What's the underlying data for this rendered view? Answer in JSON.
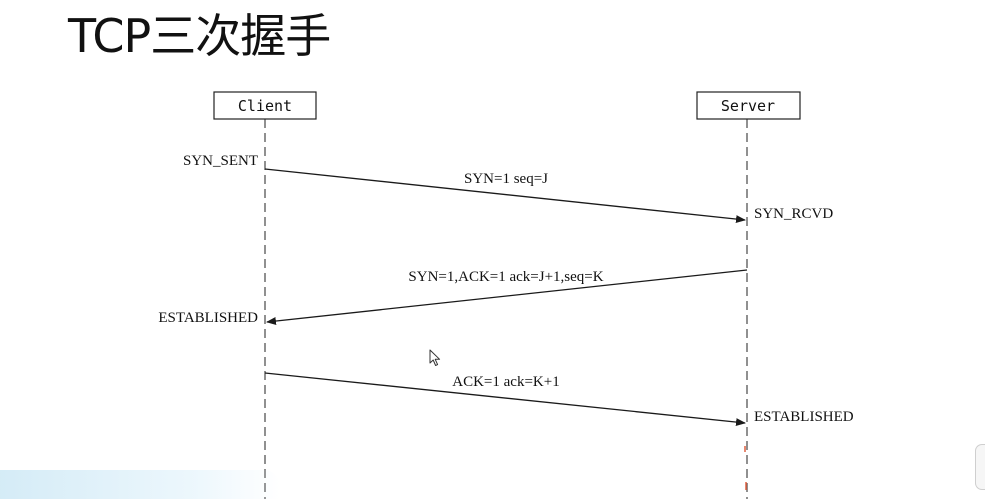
{
  "title": "TCP三次握手",
  "participants": {
    "client": "Client",
    "server": "Server"
  },
  "states": {
    "client_syn_sent": "SYN_SENT",
    "server_syn_rcvd": "SYN_RCVD",
    "client_established": "ESTABLISHED",
    "server_established": "ESTABLISHED"
  },
  "messages": [
    {
      "direction": "client-to-server",
      "label": "SYN=1 seq=J"
    },
    {
      "direction": "server-to-client",
      "label": "SYN=1,ACK=1 ack=J+1,seq=K"
    },
    {
      "direction": "client-to-server",
      "label": "ACK=1 ack=K+1"
    }
  ],
  "colors": {
    "line": "#1a1a1a",
    "lifeline": "#555555",
    "text": "#111111"
  },
  "icons": {
    "cursor": "mouse-pointer-icon"
  }
}
